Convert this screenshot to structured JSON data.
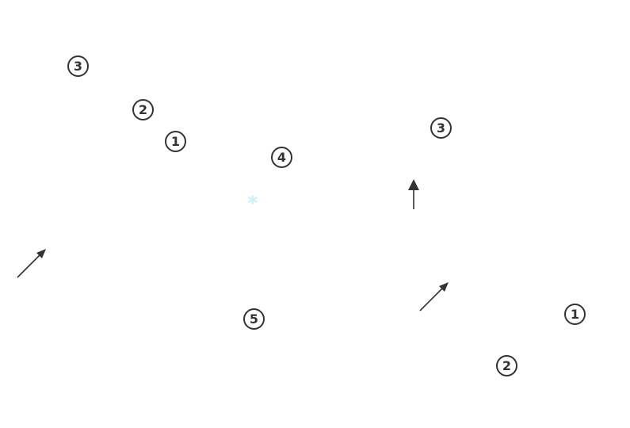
{
  "colors": {
    "marker": "#333333",
    "arrow": "#333333",
    "star": "#c8f4f7",
    "background": "#ffffff"
  },
  "left_group": {
    "markers": [
      "3",
      "2",
      "1",
      "4",
      "5"
    ],
    "arrow_icon": "arrow-up-right-icon"
  },
  "center": {
    "star": "*"
  },
  "right_group": {
    "markers": [
      "3",
      "1",
      "2"
    ],
    "arrow_icons": [
      "arrow-up-icon",
      "arrow-up-right-icon"
    ]
  }
}
